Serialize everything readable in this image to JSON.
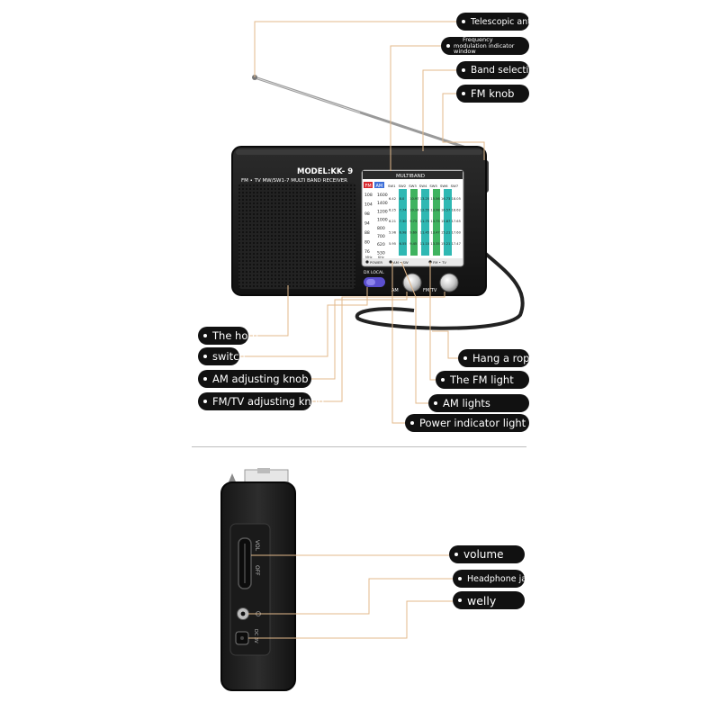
{
  "front_labels": {
    "telescopic_antenna": "Telescopic antenna",
    "fm_indicator_line1": "Frequency",
    "fm_indicator_line2": "modulation indicator window",
    "band_selection": "Band selection",
    "fm_knob": "FM knob",
    "horn": "The horn",
    "switch": "switch",
    "am_adjusting_knob": "AM adjusting knob",
    "fmtv_adjusting_knob": "FM/TV adjusting knob",
    "hang_rope": "Hang a rope",
    "fm_light": "The FM light",
    "am_lights": "AM lights",
    "power_indicator": "Power indicator light"
  },
  "side_labels": {
    "volume": "volume",
    "headphone_jack": "Headphone jack",
    "welly": "welly"
  },
  "radio_face": {
    "model": "MODEL:KK- 9",
    "subtitle": "FM • TV MW/SW1-7 MULTI BAND RECEIVER",
    "multiband": "MULTIBAND",
    "fm_tag": "FM",
    "am_tag": "AM",
    "band_headers": [
      "SW1",
      "SW2",
      "SW3",
      "SW4",
      "SW5",
      "SW6",
      "SW7"
    ],
    "fm_scale": [
      "108",
      "104",
      "98",
      "94",
      "88",
      "80",
      "76"
    ],
    "fm_unit": "MHz",
    "am_scale": [
      "1600",
      "1400",
      "1200",
      "1000",
      "800",
      "700",
      "620",
      "530"
    ],
    "am_unit": "KHz",
    "sw_cells": [
      [
        "6.42",
        "8.0",
        "10.97",
        "13.25",
        "15.56",
        "16.73",
        "18.05"
      ],
      [
        "6.25",
        "7.74",
        "10.14",
        "12.55",
        "13.98",
        "16.57",
        "18.62"
      ],
      [
        "6.21",
        "7.30",
        "9.73",
        "11.75",
        "13.75",
        "15.87",
        "17.65"
      ],
      [
        "5.96",
        "6.98",
        "9.69",
        "11.45",
        "13.47",
        "15.21",
        "17.60"
      ],
      [
        "5.95",
        "6.55",
        "9.45",
        "11.10",
        "13.35",
        "15.21",
        "17.47"
      ]
    ],
    "power_label": "POWER",
    "am_sw_label": "AM • SW",
    "fm_tv_label": "FM • TV",
    "dx_local": "DX   LOCAL",
    "am_knob_label": "AM",
    "fm_knob_label": "FM/TV"
  },
  "side_face": {
    "vol_label": "VOL",
    "off_label": "OFF",
    "dc_label": "DC 3V"
  },
  "colors": {
    "callout_bg": "#111111",
    "callout_text": "#ffffff",
    "leader_line": "#e3b98b",
    "radio_body": "#1c1c1c",
    "scale_cyan": "#2fb8b3",
    "scale_green": "#3fb35f",
    "fm_red": "#d7262c",
    "switch_purple": "#5b4fcf"
  }
}
